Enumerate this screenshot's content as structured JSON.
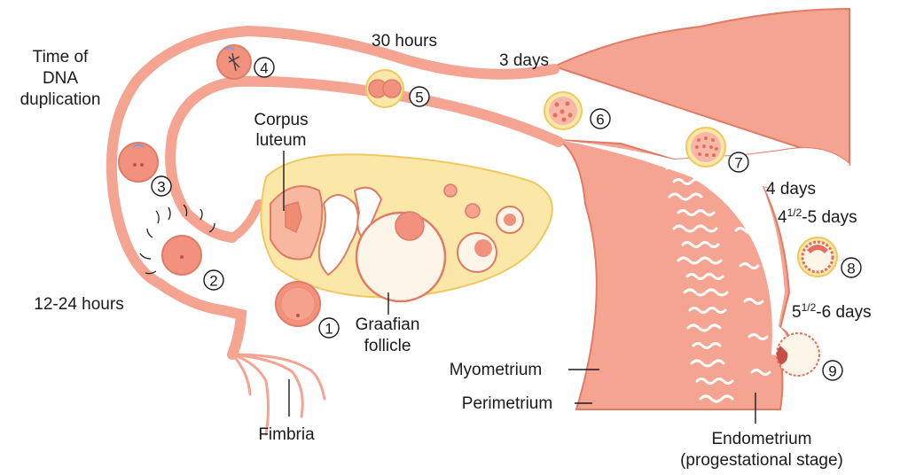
{
  "labels": {
    "time_of_dna_line1": "Time of",
    "time_of_dna_line2": "DNA",
    "time_of_dna_line3": "duplication",
    "hours_30": "30 hours",
    "days_3": "3 days",
    "corpus_line1": "Corpus",
    "corpus_line2": "luteum",
    "hours_12_24": "12-24 hours",
    "graafian_line1": "Graafian",
    "graafian_line2": "follicle",
    "days_4": "4 days",
    "days_4_5_pre": "4",
    "days_4_5_sup": "1/2",
    "days_4_5_post": "-5 days",
    "days_5_6_pre": "5",
    "days_5_6_sup": "1/2",
    "days_5_6_post": "-6 days",
    "myometrium": "Myometrium",
    "perimetrium": "Perimetrium",
    "fimbria": "Fimbria",
    "endometrium_line1": "Endometrium",
    "endometrium_line2": "(progestational stage)"
  },
  "stages": [
    "1",
    "2",
    "3",
    "4",
    "5",
    "6",
    "7",
    "8",
    "9"
  ],
  "colors": {
    "tissue": "#f4a491",
    "tissue_outline": "#e07b66",
    "ovary": "#fbe7a8",
    "ovary_outline": "#f0c860",
    "egg": "#f2927e",
    "glands": "#ffffff"
  }
}
